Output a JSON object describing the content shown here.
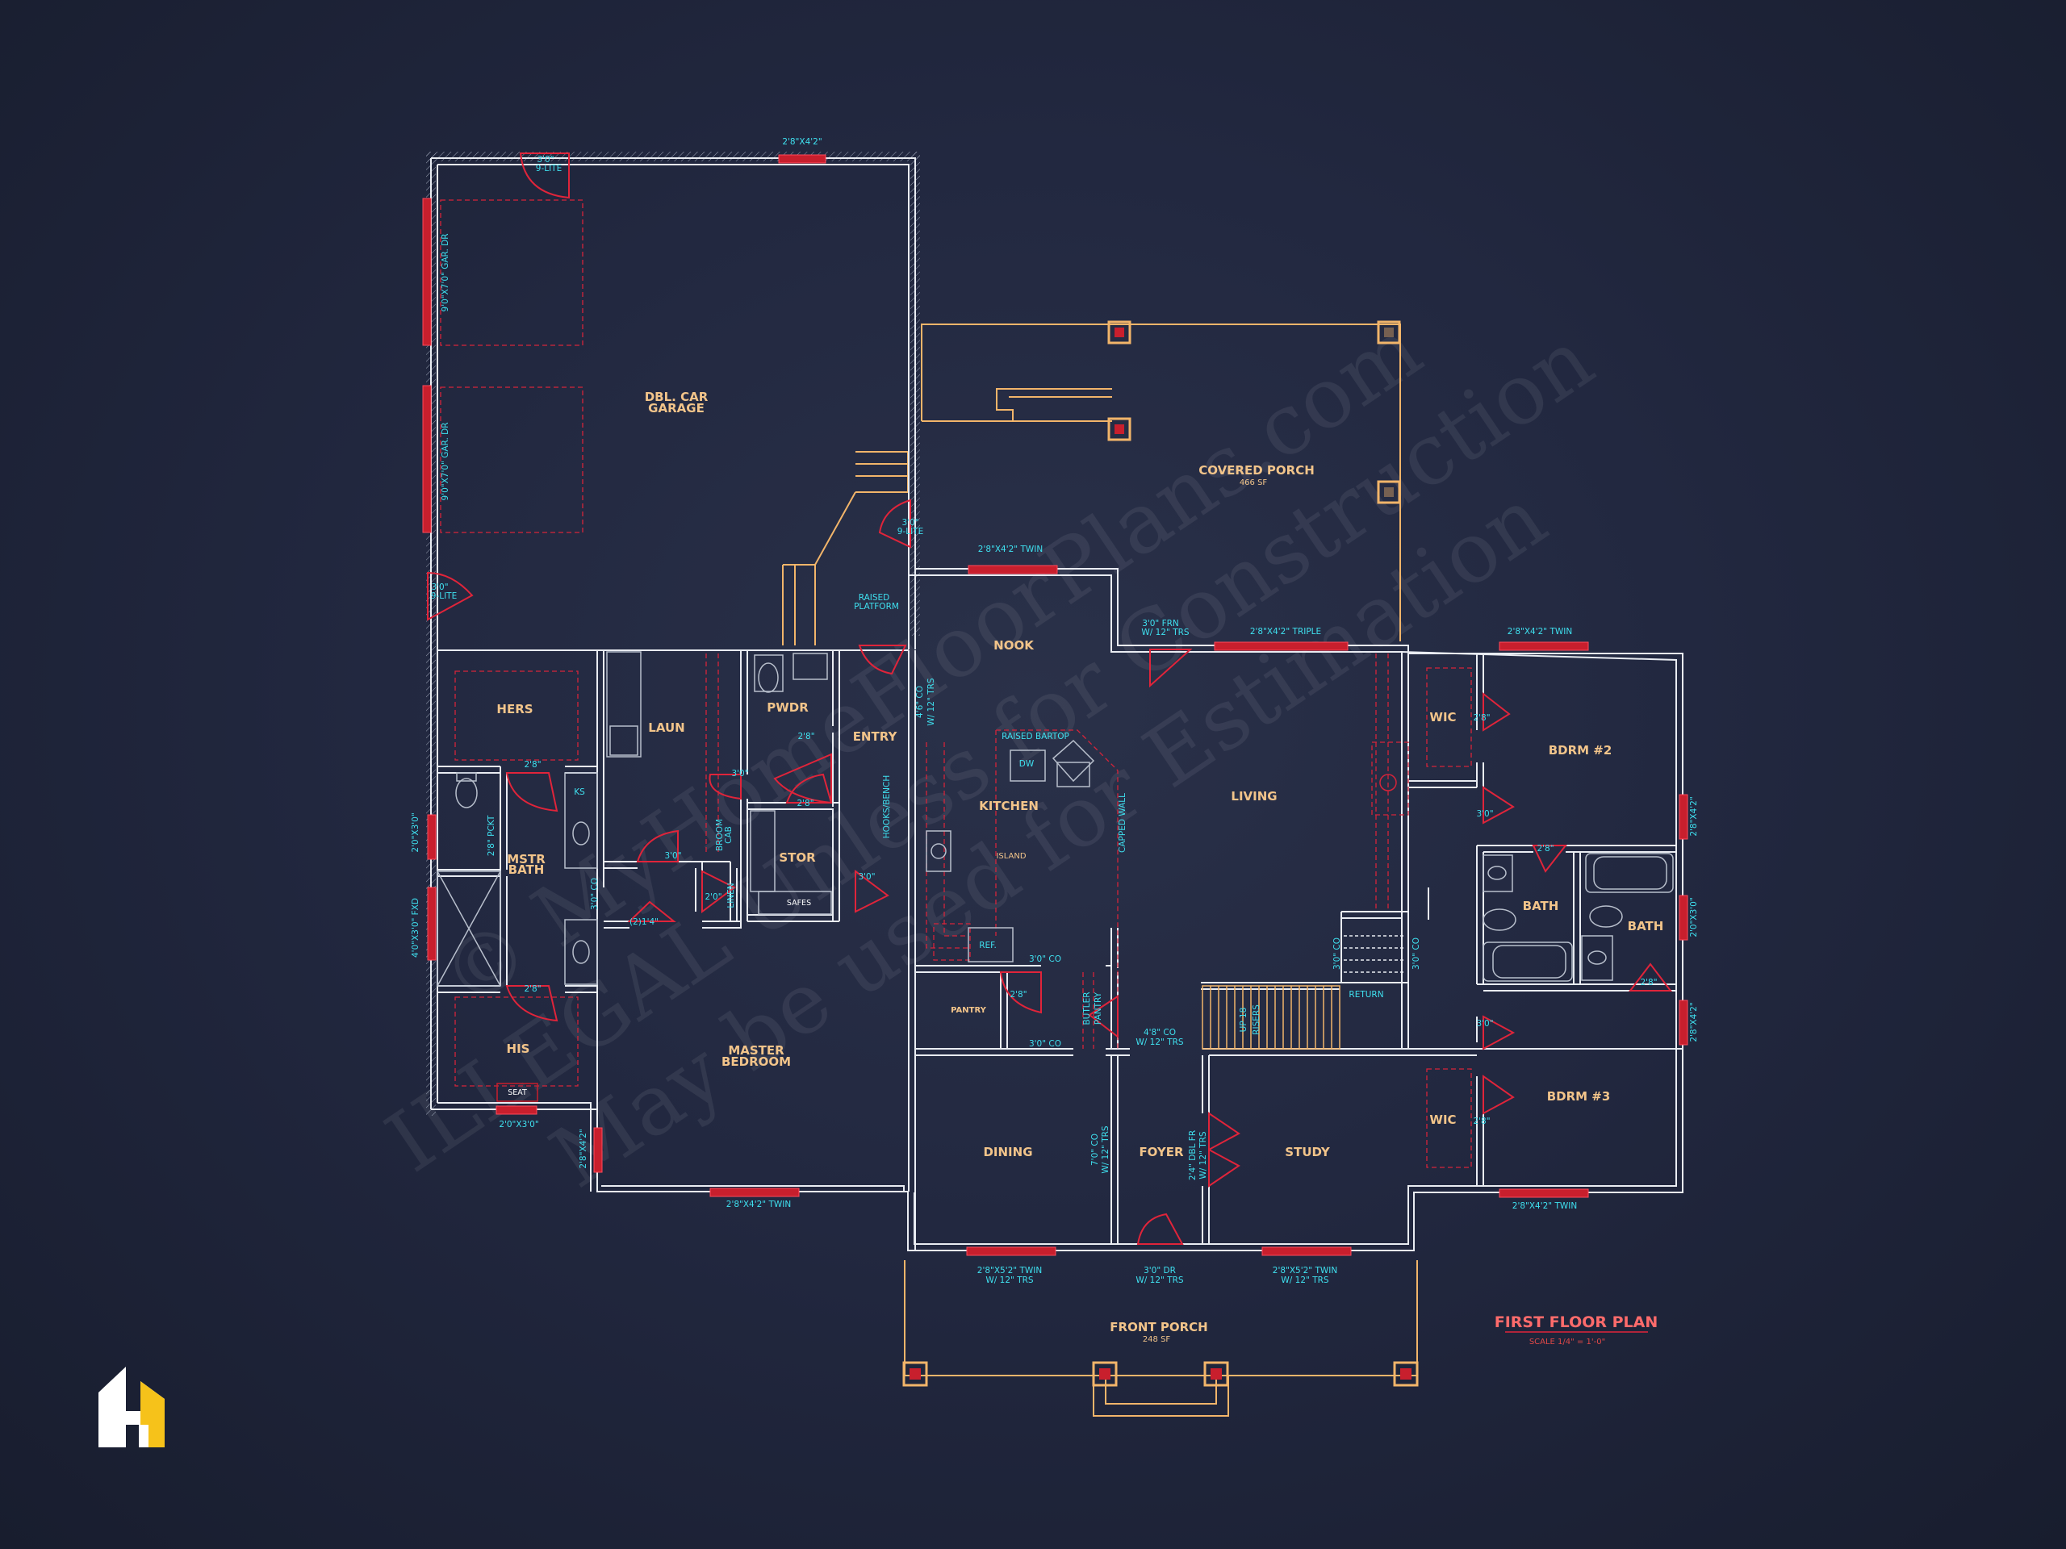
{
  "title": "FIRST FLOOR PLAN",
  "scale": "SCALE 1/4\" = 1'-0\"",
  "watermark": {
    "line1": "© MyHomeFloorPlans.com",
    "line2": "ILLEGAL Unless for Construction",
    "line3": "May be used for Estimation"
  },
  "logo_icon": "house-h-logo-icon",
  "colors": {
    "wall": "#e9ecf2",
    "window": "#e0243a",
    "door": "#e0243a",
    "label": "#f2c48a",
    "note": "#3fe0ef",
    "porch": "#f2b56a",
    "title": "#ff6b6b"
  },
  "rooms": {
    "garage_1": "DBL. CAR",
    "garage_2": "GARAGE",
    "covered_porch": "COVERED PORCH",
    "covered_porch_area": "466 SF",
    "nook": "NOOK",
    "kitchen": "KITCHEN",
    "island": "ISLAND",
    "living": "LIVING",
    "hers": "HERS",
    "laun": "LAUN",
    "pwdr": "PWDR",
    "entry": "ENTRY",
    "stor": "STOR",
    "mstr_bath_1": "MSTR",
    "mstr_bath_2": "BATH",
    "his": "HIS",
    "master_1": "MASTER",
    "master_2": "BEDROOM",
    "pantry": "PANTRY",
    "dining": "DINING",
    "foyer": "FOYER",
    "study": "STUDY",
    "front_porch": "FRONT PORCH",
    "front_porch_area": "248 SF",
    "bdrm2": "BDRM #2",
    "bdrm3": "BDRM #3",
    "bath_a": "BATH",
    "bath_b": "BATH",
    "wic_a": "WIC",
    "wic_b": "WIC"
  },
  "notes": {
    "top_window": "2'8\"X4'2\"",
    "garage_door_1": "3'0\"",
    "garage_door_1b": "9-LITE",
    "gar_dr_1": "9'0\"X7'0\" GAR. DR",
    "gar_dr_2": "9'0\"X7'0\" GAR. DR",
    "side_door": "3'0\"",
    "side_door_b": "9-LITE",
    "porch_door": "3'0\"",
    "porch_door_b": "9-LITE",
    "raised_platform_1": "RAISED",
    "raised_platform_2": "PLATFORM",
    "nook_window": "2'8\"X4'2\" TWIN",
    "frn_door_1": "3'0\" FRN",
    "frn_door_2": "W/ 12\" TRS",
    "triple_window": "2'8\"X4'2\" TRIPLE",
    "bdrm2_window": "2'8\"X4'2\" TWIN",
    "hall_co_1": "4'6\" CO",
    "hall_co_2": "W/ 12\" TRS",
    "raised_bartop": "RAISED BARTOP",
    "dw": "DW",
    "capped_wall": "CAPPED WALL",
    "hooks_bench": "HOOKS/BENCH",
    "ref": "REF.",
    "hers_door": "2'8\"",
    "ks": "KS",
    "pckt": "2'8\" PCKT",
    "mbath_window": "2'0\"X3'0\"",
    "mbath_fxd": "4'0\"X3'0\" FXD",
    "his_door": "2'8\"",
    "seat": "SEAT",
    "his_window": "2'0\"X3'0\"",
    "master_co": "3'0\" CO",
    "laun_door": "3'0\"",
    "broom_1": "BROOM",
    "broom_2": "CAB",
    "linen": "LINEN",
    "linen_door": "2'0\"",
    "pwdr_door": "2'8\"",
    "entry_door": "3'0\"",
    "stor_door": "2'8\"",
    "safes": "SAFES",
    "entry_co": "3'0\"",
    "master_door": "(2)1'4\"",
    "master_side_window": "2'8\"X4'2\"",
    "master_window": "2'8\"X4'2\" TWIN",
    "pantry_door": "2'8\"",
    "kitchen_co": "3'0\" CO",
    "pantry_co": "3'0\" CO",
    "butler_1": "BUTLER",
    "butler_2": "PANTRY",
    "foyer_co_1": "4'8\" CO",
    "foyer_co_2": "W/ 12\" TRS",
    "dining_co_1": "7'0\" CO",
    "dining_co_2": "W/ 12\" TRS",
    "study_dr_1": "2'4\" DBL FR",
    "study_dr_2": "W/ 12\" TRS",
    "stair_up": "UP 18",
    "stair_risers": "RISERS",
    "return": "RETURN",
    "living_co_1": "3'0\" CO",
    "living_co_2": "3'0\" CO",
    "dining_window_1": "2'8\"X5'2\" TWIN",
    "dining_window_2": "W/ 12\" TRS",
    "front_door_1": "3'0\" DR",
    "front_door_2": "W/ 12\" TRS",
    "study_window_1": "2'8\"X5'2\" TWIN",
    "study_window_2": "W/ 12\" TRS",
    "wic_door_a": "2'8\"",
    "bdrm2_door": "3'0\"",
    "bdrm2_side_window": "2'8\"X4'2\"",
    "bath_door": "2'8\"",
    "bath_window": "2'0\"X3'0\"",
    "bath_door_b": "2'8\"",
    "bdrm3_door": "3'0\"",
    "wic_door_b": "2'8\"",
    "bdrm3_side_window": "2'8\"X4'2\"",
    "bdrm3_window": "2'8\"X4'2\" TWIN"
  }
}
